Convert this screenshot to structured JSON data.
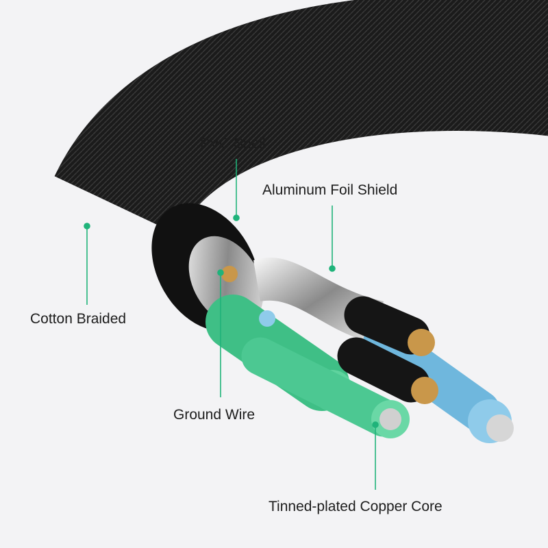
{
  "labels": {
    "pvc_shell": "PVC Shell",
    "aluminum_foil_shield": "Aluminum Foil Shield",
    "cotton_braided": "Cotton Braided",
    "ground_wire": "Ground Wire",
    "copper_core": "Tinned-plated Copper Core"
  },
  "colors": {
    "leader": "#1fb37a",
    "background": "#f3f3f5",
    "cable": "#1a1a1a"
  }
}
